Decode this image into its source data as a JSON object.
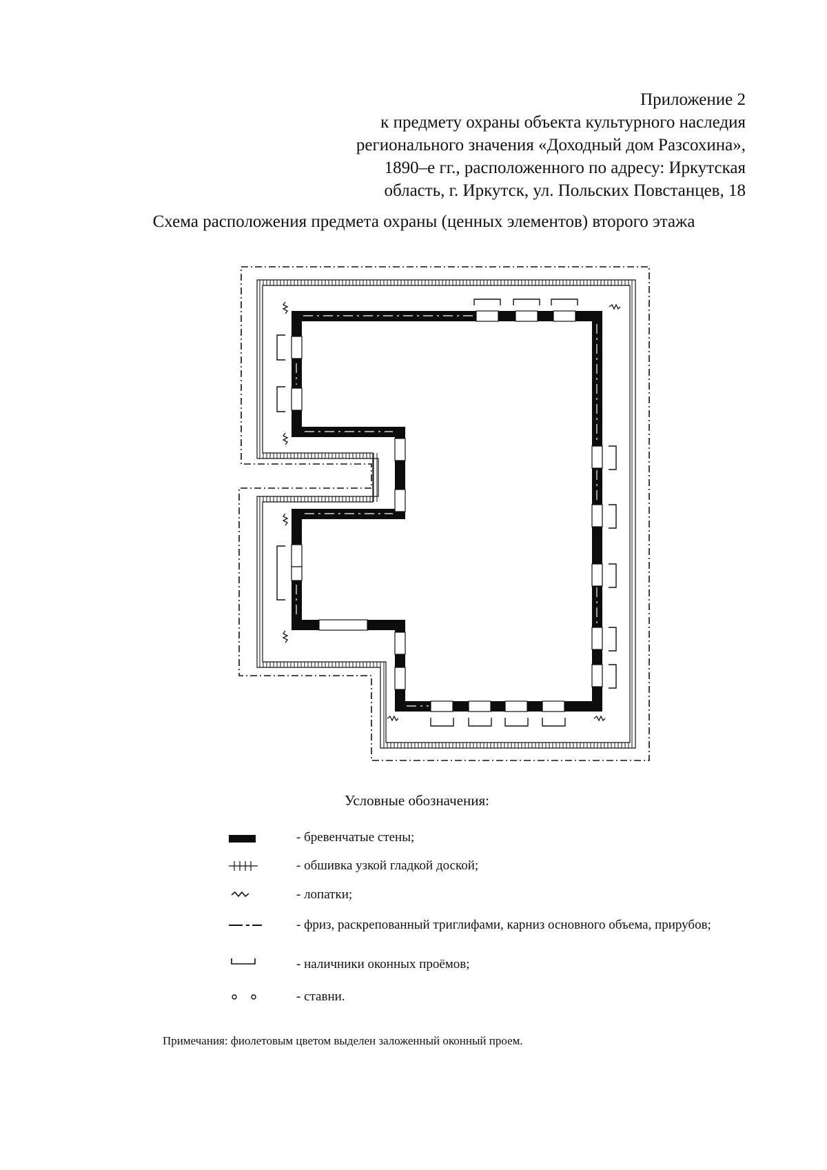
{
  "header": {
    "lines": [
      "Приложение 2",
      "к предмету охраны объекта культурного наследия",
      "регионального значения «Доходный дом Разсохина»,",
      "1890–е гг., расположенного по адресу: Иркутская",
      "область, г. Иркутск, ул. Польских Повстанцев, 18"
    ]
  },
  "title": "Схема расположения предмета охраны (ценных элементов) второго этажа",
  "legend": {
    "title": "Условные обозначения:",
    "items": [
      {
        "symbol": "log-walls",
        "text": "- бревенчатые стены;"
      },
      {
        "symbol": "plank-siding",
        "text": "- обшивка узкой гладкой доской;"
      },
      {
        "symbol": "pilasters",
        "text": "- лопатки;"
      },
      {
        "symbol": "frieze",
        "text": "- фриз, раскрепованный триглифами, карниз основного объема, прирубов;"
      },
      {
        "symbol": "window-frames",
        "text": "- наличники оконных проёмов;"
      },
      {
        "symbol": "shutters",
        "text": "- ставни."
      }
    ]
  },
  "note": "Примечания: фиолетовым цветом выделен заложенный оконный проем."
}
